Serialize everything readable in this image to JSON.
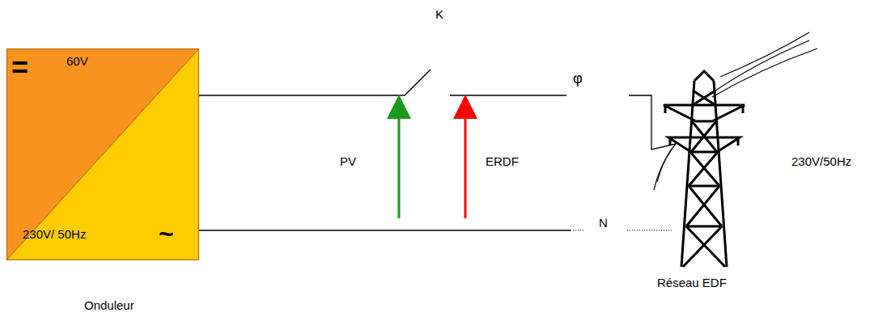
{
  "diagram": {
    "nodes": [
      {
        "text": [
          "=",
          "60V",
          "230V/ 50Hz",
          "~"
        ]
      }
    ],
    "labels": [
      "Onduleur",
      "K",
      "PV",
      "ERDF",
      "φ",
      "N",
      "230V/50Hz",
      "Réseau EDF"
    ]
  }
}
